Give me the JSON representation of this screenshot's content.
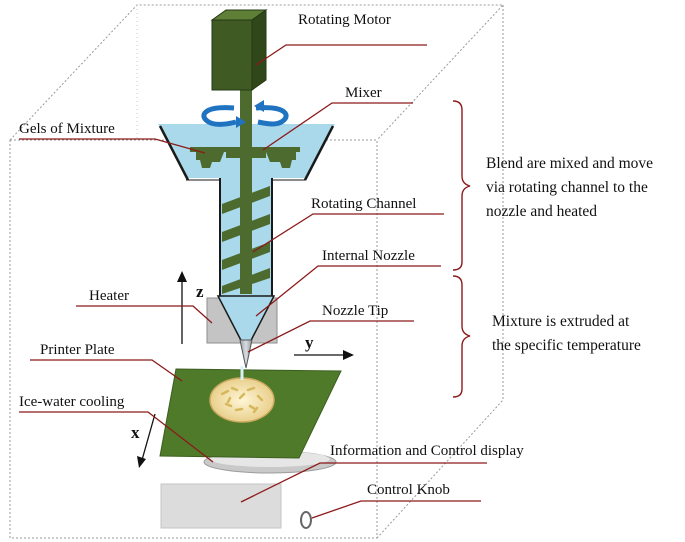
{
  "labels": {
    "rotating_motor": "Rotating Motor",
    "mixer": "Mixer",
    "gels_of_mixture": "Gels of Mixture",
    "rotating_channel": "Rotating Channel",
    "internal_nozzle": "Internal Nozzle",
    "heater": "Heater",
    "nozzle_tip": "Nozzle Tip",
    "printer_plate": "Printer Plate",
    "ice_water_cooling": "Ice-water cooling",
    "information_display": "Information and Control display",
    "control_knob": "Control Knob"
  },
  "annotations": {
    "blend_lines": [
      "Blend are mixed and move",
      "via rotating channel to the",
      "nozzle and heated"
    ],
    "extrude_lines": [
      "Mixture is extruded at",
      "the specific temperature"
    ]
  },
  "axes": {
    "x": "x",
    "y": "y",
    "z": "z"
  },
  "colors": {
    "motor": "#3f5a23",
    "plate": "#4e7a2a",
    "gel": "#4d6b2e",
    "liquid": "#a9d9ea",
    "arrow_blue": "#1f73c0",
    "leader_red": "#8b1a1a",
    "heater_gray": "#bfbfbf"
  }
}
